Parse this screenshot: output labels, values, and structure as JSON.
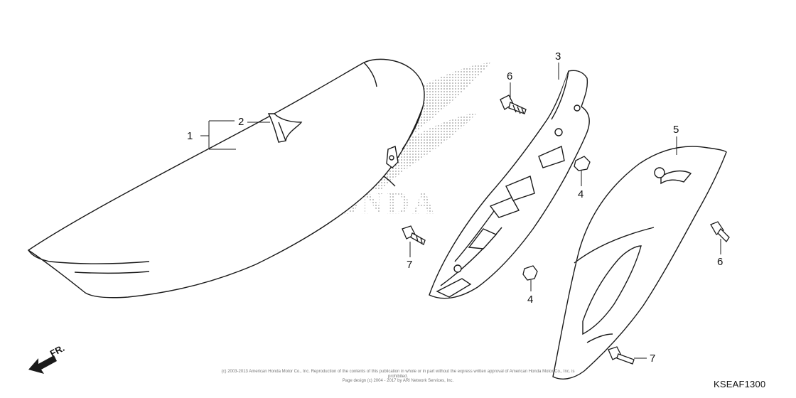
{
  "logo": {
    "text": "HONDA"
  },
  "callouts": {
    "seat": "1",
    "seat_strap": "2",
    "side_cover_frame": "3",
    "nut_upper": "4",
    "nut_lower": "4",
    "side_cover": "5",
    "bolt_upper_left": "6",
    "bolt_right": "6",
    "bolt_left": "7",
    "bolt_bottom": "7"
  },
  "direction": {
    "label": "FR."
  },
  "footer": {
    "copyright_line1": "(c) 2003-2013 American Honda Motor Co., Inc. Reproduction of the contents of this publication in whole or in part without the express written approval of American Honda Motor Co., Inc. is prohibited.",
    "copyright_line2": "Page design (c) 2004 - 2017 by ARI Network Services, Inc.",
    "diagram_code": "KSEAF1300"
  },
  "colors": {
    "line": "#1a1a1a",
    "logo_dots": "#9a9a9a"
  }
}
